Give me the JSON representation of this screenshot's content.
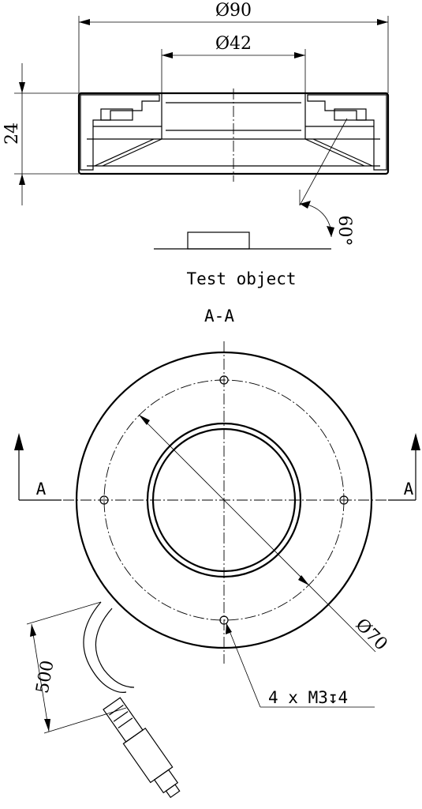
{
  "top_view": {
    "dim_outer": "Ø90",
    "dim_inner": "Ø42",
    "dim_height": "24",
    "angle": "60°",
    "object_label": "Test object"
  },
  "section_view": {
    "section_title": "A-A",
    "section_mark_left": "A",
    "section_mark_right": "A",
    "dim_bolt_circle": "Ø70",
    "dim_holes": "4 x  M3↧4",
    "dim_cable": "500"
  }
}
